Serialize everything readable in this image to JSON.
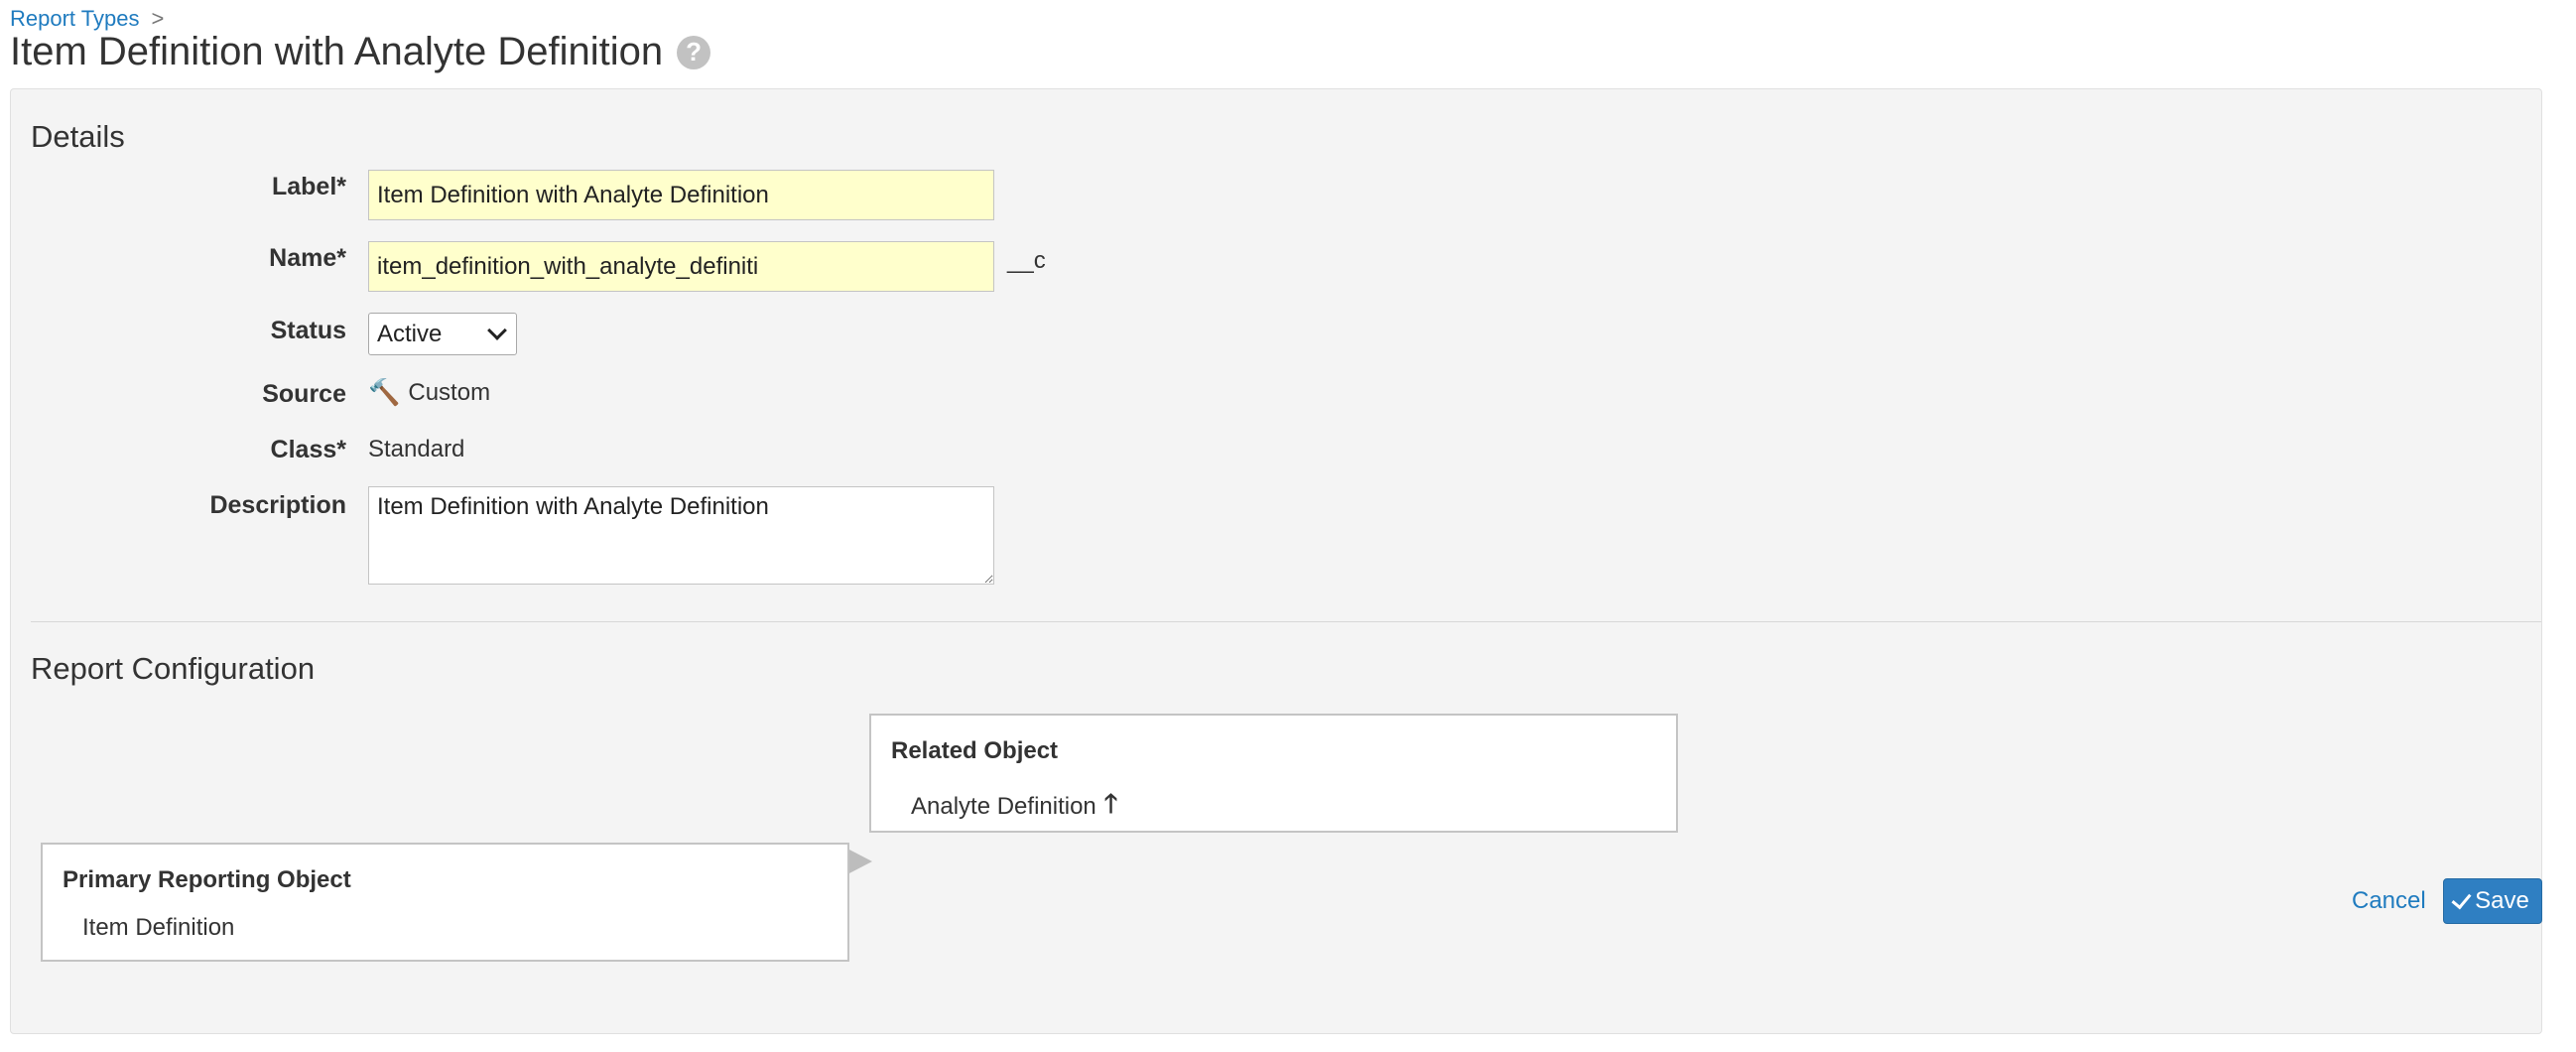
{
  "breadcrumb": {
    "link": "Report Types",
    "separator": ">"
  },
  "page": {
    "title": "Item Definition with Analyte Definition",
    "help_glyph": "?"
  },
  "details": {
    "section_title": "Details",
    "label": {
      "field_label": "Label*",
      "value": "Item Definition with Analyte Definition"
    },
    "name": {
      "field_label": "Name*",
      "value": "item_definition_with_analyte_definiti",
      "suffix": "__c"
    },
    "status": {
      "field_label": "Status",
      "selected": "Active"
    },
    "source": {
      "field_label": "Source",
      "icon": "hammer-icon",
      "value": "Custom"
    },
    "class": {
      "field_label": "Class*",
      "value": "Standard"
    },
    "description": {
      "field_label": "Description",
      "value": "Item Definition with Analyte Definition"
    }
  },
  "config": {
    "section_title": "Report Configuration",
    "primary": {
      "title": "Primary Reporting Object",
      "name": "Item Definition"
    },
    "related": {
      "title": "Related Object",
      "name": "Analyte Definition",
      "arrow_glyph": "🡑"
    }
  },
  "actions": {
    "cancel_label": "Cancel",
    "save_label": "Save"
  },
  "colors": {
    "accent": "#2f7fc2",
    "link": "#1f7bbf",
    "required_input_bg": "#ffffcc",
    "panel_bg": "#f4f4f4"
  }
}
